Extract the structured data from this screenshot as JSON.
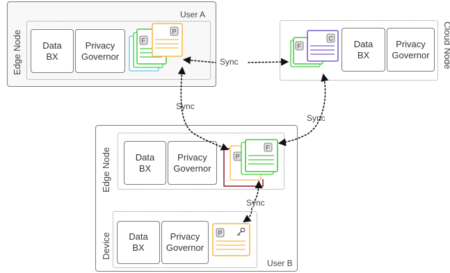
{
  "colors": {
    "privacy_doc": "#f5b942",
    "file_doc": "#3ec93e",
    "cloud_doc": "#7b5cc9",
    "edge_a_doc": "#5bc8e8",
    "edge_b_doc": "#8b1a2b"
  },
  "user_a": {
    "owner_label": "User A",
    "node_label": "Edge Node",
    "data_box_label": "Data\nBX",
    "privacy_label": "Privacy\nGovernor",
    "docs": {
      "privacy_letter": "P",
      "file_letter": "F"
    }
  },
  "cloud": {
    "node_label": "Cloud Node",
    "data_box_label": "Data\nBX",
    "privacy_label": "Privacy\nGovernor",
    "docs": {
      "cloud_letter": "C",
      "file_letter": "F"
    }
  },
  "user_b": {
    "owner_label": "User B",
    "edge": {
      "node_label": "Edge Node",
      "data_box_label": "Data\nBX",
      "privacy_label": "Privacy\nGovernor",
      "docs": {
        "privacy_letter": "P",
        "file_letter": "F"
      }
    },
    "device": {
      "node_label": "Device",
      "data_box_label": "Data\nBX",
      "privacy_label": "Privacy\nGovernor",
      "docs": {
        "privacy_letter": "P",
        "key_icon": "key-icon"
      }
    }
  },
  "sync_labels": {
    "a_to_cloud": "Sync",
    "a_to_b": "Sync",
    "cloud_to_b": "Sync",
    "b_to_device": "Sync"
  }
}
